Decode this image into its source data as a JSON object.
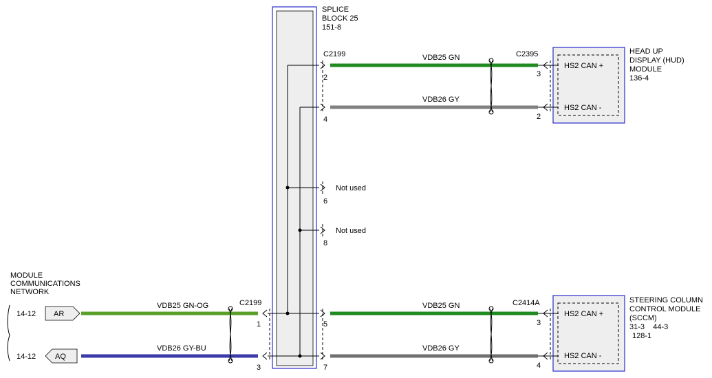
{
  "splice_block": {
    "lines": [
      "SPLICE",
      "BLOCK 25",
      "151-8"
    ]
  },
  "hud_module": {
    "lines": [
      "HEAD UP",
      "DISPLAY (HUD)",
      "MODULE",
      "136-4"
    ],
    "pin_plus": "HS2 CAN +",
    "pin_minus": "HS2 CAN -"
  },
  "sccm_module": {
    "lines": [
      "STEERING COLUMN",
      "CONTROL MODULE",
      "(SCCM)",
      "31-3    44-3",
      "128-1"
    ],
    "pin_plus": "HS2 CAN +",
    "pin_minus": "HS2 CAN -"
  },
  "mcn": {
    "lines": [
      "MODULE",
      "COMMUNICATIONS",
      "NETWORK"
    ],
    "ref1": "14-12",
    "ref2": "14-12",
    "tag_ar": "AR",
    "tag_aq": "AQ"
  },
  "connectors": {
    "c2199_top": "C2199",
    "c2395": "C2395",
    "c2199_left": "C2199",
    "c2414a": "C2414A"
  },
  "wires": {
    "top_gn": "VDB25   GN",
    "top_gy": "VDB26   GY",
    "bot_gn": "VDB25   GN",
    "bot_gy": "VDB26   GY",
    "left_gnog": "VDB25   GN-OG",
    "left_gybu": "VDB26   GY-BU"
  },
  "pins": {
    "splice_2": "2",
    "splice_4": "4",
    "splice_6": "6",
    "splice_8": "8",
    "splice_5": "5",
    "splice_7": "7",
    "hud_3": "3",
    "hud_2": "2",
    "sccm_3": "3",
    "sccm_4": "4",
    "left_1": "1",
    "left_3": "3"
  },
  "not_used_6": "Not used",
  "not_used_8": "Not used",
  "colors": {
    "green": "#1f8a1f",
    "grey": "#808080",
    "green_og": "#5aa028",
    "blue": "#3a3aa8",
    "module_border": "#2a2acc",
    "module_fill": "#eeeeee"
  }
}
